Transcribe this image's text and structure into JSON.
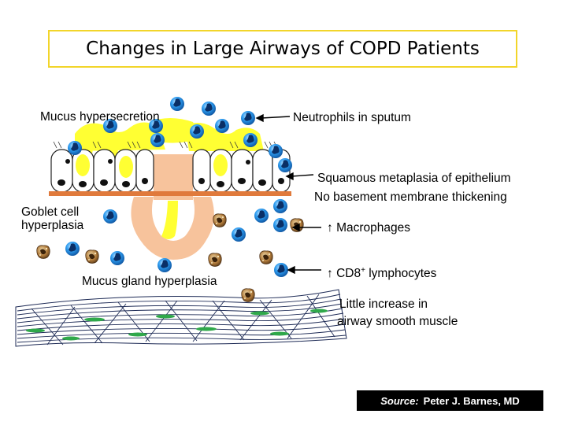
{
  "title": "Changes in Large Airways of COPD Patients",
  "labels": {
    "mucus_hypersecretion": "Mucus hypersecretion",
    "neutrophils": "Neutrophils in sputum",
    "squamous": "Squamous metaplasia of epithelium",
    "basement": "No basement membrane thickening",
    "goblet_line1": "Goblet cell",
    "goblet_line2": "hyperplasia",
    "macrophages_arrow": "↑",
    "macrophages": "Macrophages",
    "cd8_arrow": "↑",
    "cd8_text": "CD8",
    "cd8_sup": "+",
    "cd8_rest": "lymphocytes",
    "mucus_gland": "Mucus gland hyperplasia",
    "smooth_line1": "Little increase in",
    "smooth_line2": "airway smooth muscle"
  },
  "source": {
    "label": "Source",
    "colon": ":",
    "author": "Peter J. Barnes, MD"
  },
  "colors": {
    "title_border": "#f2d52a",
    "mucus": "#ffff33",
    "basement_membrane": "#e07a3c",
    "gland": "#f7c39c",
    "neutrophil": "#1f8fe0",
    "macrophage": "#8a5a2a",
    "muscle_green": "#2fa84a",
    "muscle_navy": "#1d2a55"
  }
}
